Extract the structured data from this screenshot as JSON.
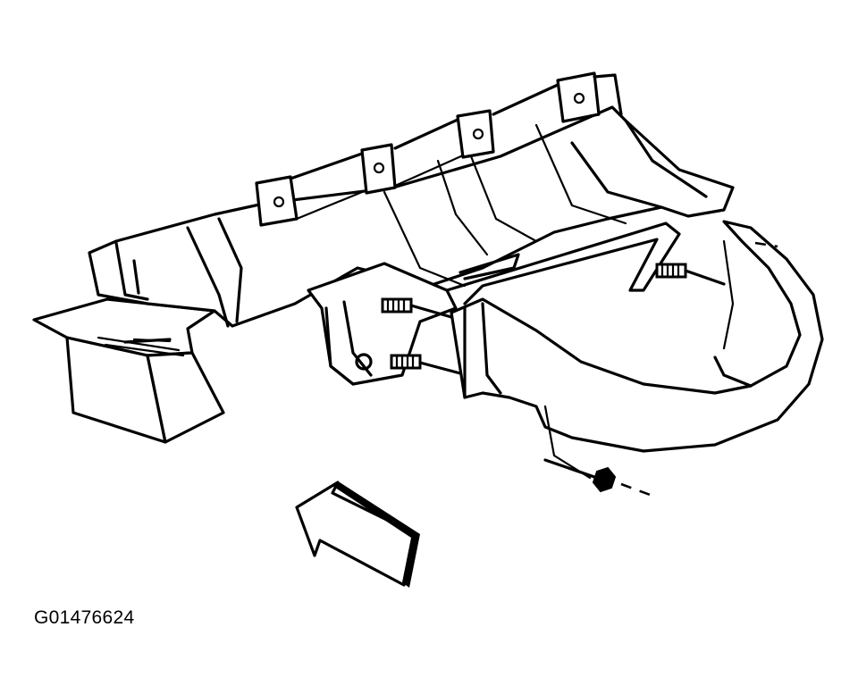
{
  "figure": {
    "id_label": "G01476624"
  },
  "colors": {
    "line": "#000000",
    "background": "#ffffff"
  },
  "parts": [
    "duct-housing",
    "mounting-tabs",
    "bracket",
    "studs",
    "nut",
    "front-direction-arrow"
  ]
}
